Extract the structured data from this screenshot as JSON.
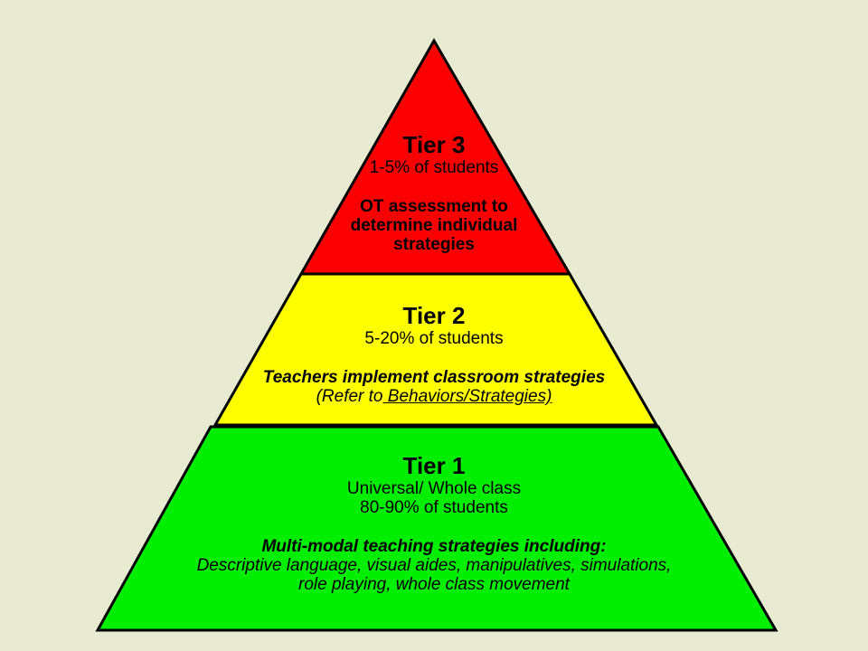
{
  "canvas": {
    "background_color": "#E8EAD1",
    "outline_color": "#000000"
  },
  "pyramid": {
    "tiers": [
      {
        "name": "tier-3",
        "color": "#FA0000",
        "title": "Tier 3",
        "percent": "1-5% of students",
        "body_line1": "OT assessment to",
        "body_line2": "determine individual",
        "body_line3": "strategies"
      },
      {
        "name": "tier-2",
        "color": "#FFFF00",
        "title": "Tier 2",
        "percent": "5-20% of students",
        "strategy": "Teachers implement classroom strategies",
        "refer_prefix": "(Refer to",
        "refer_underlined": " Behaviors/Strategies)"
      },
      {
        "name": "tier-1",
        "color": "#00EE00",
        "title": "Tier 1",
        "subtitle": "Universal/ Whole class",
        "percent": "80-90% of students",
        "strategy": "Multi-modal teaching strategies including:",
        "detail_line1": "Descriptive language, visual aides, manipulatives, simulations,",
        "detail_line2": "role playing, whole class movement"
      }
    ]
  }
}
